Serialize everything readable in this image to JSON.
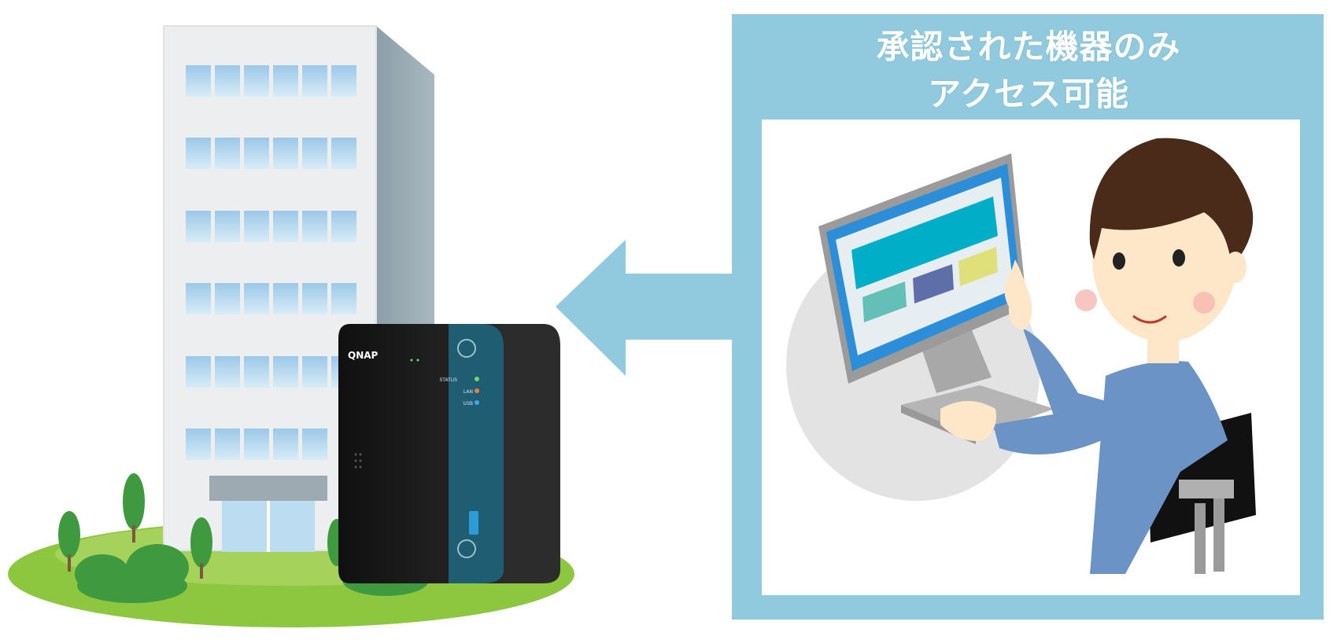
{
  "panel": {
    "caption_line1": "承認された機器のみ",
    "caption_line2": "アクセス可能"
  },
  "nas": {
    "brand": "QNAP",
    "led_status": "STATUS",
    "led_lan": "LAN",
    "led_usb": "USB"
  },
  "colors": {
    "panel_border": "#91cadf",
    "arrow": "#91cadf",
    "building": "#e9ebed",
    "lawn": "#8dc63f",
    "nas_body": "#1c1c1c",
    "nas_accent": "#1f5d73"
  },
  "icons": [
    "office-building-icon",
    "nas-device-icon",
    "left-arrow-icon",
    "user-at-computer-icon"
  ]
}
